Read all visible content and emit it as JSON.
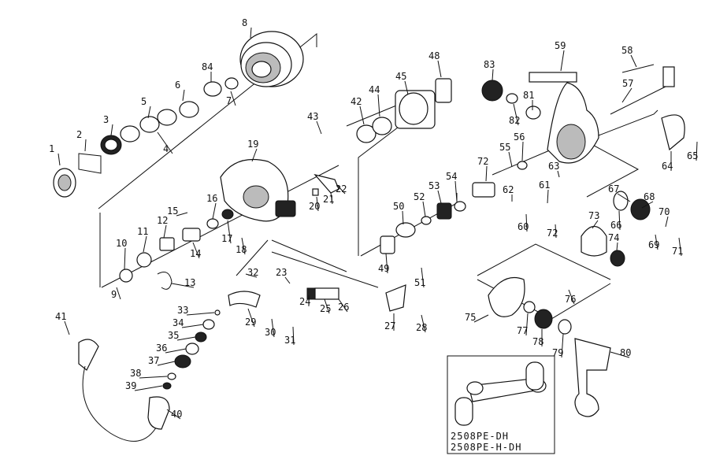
{
  "labels": [
    "1",
    "2",
    "3",
    "4",
    "5",
    "6",
    "7",
    "8",
    "9",
    "10",
    "11",
    "12",
    "13",
    "14",
    "15",
    "16",
    "17",
    "18",
    "19",
    "20",
    "21",
    "22",
    "23",
    "24",
    "25",
    "26",
    "27",
    "28",
    "29",
    "30",
    "31",
    "32",
    "33",
    "34",
    "35",
    "36",
    "37",
    "38",
    "39",
    "40",
    "41",
    "42",
    "43",
    "44",
    "45",
    "48",
    "49",
    "50",
    "51",
    "52",
    "53",
    "54",
    "55",
    "56",
    "57",
    "58",
    "59",
    "60",
    "61",
    "62",
    "63",
    "64",
    "65",
    "66",
    "67",
    "68",
    "69",
    "70",
    "71",
    "72",
    "72",
    "73",
    "74",
    "75",
    "76",
    "77",
    "78",
    "79",
    "80",
    "81",
    "82",
    "83",
    "84"
  ],
  "inset_captions": [
    "2508PE-DH",
    "2508PE-H-DH"
  ]
}
